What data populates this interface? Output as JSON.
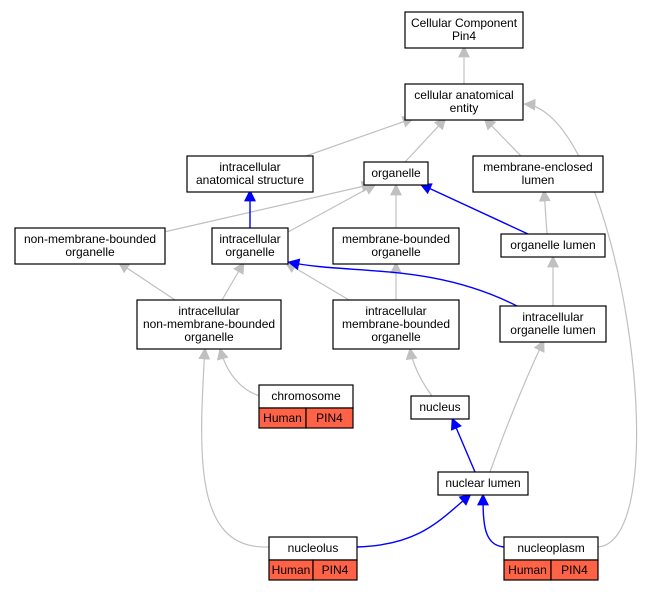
{
  "chart_data": {
    "type": "diagram",
    "nodes": [
      {
        "id": "root",
        "lines": [
          "Cellular Component",
          "Pin4"
        ]
      },
      {
        "id": "cae",
        "lines": [
          "cellular anatomical",
          "entity"
        ]
      },
      {
        "id": "ias",
        "lines": [
          "intracellular",
          "anatomical structure"
        ]
      },
      {
        "id": "org",
        "lines": [
          "organelle"
        ]
      },
      {
        "id": "mel",
        "lines": [
          "membrane-enclosed",
          "lumen"
        ]
      },
      {
        "id": "nmbo",
        "lines": [
          "non-membrane-bounded",
          "organelle"
        ]
      },
      {
        "id": "io",
        "lines": [
          "intracellular",
          "organelle"
        ]
      },
      {
        "id": "mbo",
        "lines": [
          "membrane-bounded",
          "organelle"
        ]
      },
      {
        "id": "ol",
        "lines": [
          "organelle lumen"
        ]
      },
      {
        "id": "inmbo",
        "lines": [
          "intracellular",
          "non-membrane-bounded",
          "organelle"
        ]
      },
      {
        "id": "imbo",
        "lines": [
          "intracellular",
          "membrane-bounded",
          "organelle"
        ]
      },
      {
        "id": "iol",
        "lines": [
          "intracellular",
          "organelle lumen"
        ]
      },
      {
        "id": "chr",
        "lines": [
          "chromosome"
        ],
        "badges": [
          "Human",
          "PIN4"
        ]
      },
      {
        "id": "nuc",
        "lines": [
          "nucleus"
        ]
      },
      {
        "id": "nl",
        "lines": [
          "nuclear lumen"
        ]
      },
      {
        "id": "nclo",
        "lines": [
          "nucleolus"
        ],
        "badges": [
          "Human",
          "PIN4"
        ]
      },
      {
        "id": "ncpl",
        "lines": [
          "nucleoplasm"
        ],
        "badges": [
          "Human",
          "PIN4"
        ]
      }
    ],
    "edges": [
      {
        "from": "cae",
        "to": "root",
        "type": "is_a"
      },
      {
        "from": "ias",
        "to": "cae",
        "type": "is_a"
      },
      {
        "from": "org",
        "to": "cae",
        "type": "is_a"
      },
      {
        "from": "mel",
        "to": "cae",
        "type": "is_a"
      },
      {
        "from": "nmbo",
        "to": "org",
        "type": "is_a"
      },
      {
        "from": "io",
        "to": "ias",
        "type": "part_of"
      },
      {
        "from": "io",
        "to": "org",
        "type": "is_a"
      },
      {
        "from": "mbo",
        "to": "org",
        "type": "is_a"
      },
      {
        "from": "ol",
        "to": "org",
        "type": "part_of"
      },
      {
        "from": "ol",
        "to": "mel",
        "type": "is_a"
      },
      {
        "from": "inmbo",
        "to": "nmbo",
        "type": "is_a"
      },
      {
        "from": "inmbo",
        "to": "io",
        "type": "is_a"
      },
      {
        "from": "imbo",
        "to": "io",
        "type": "is_a"
      },
      {
        "from": "imbo",
        "to": "mbo",
        "type": "is_a"
      },
      {
        "from": "iol",
        "to": "io",
        "type": "part_of"
      },
      {
        "from": "iol",
        "to": "ol",
        "type": "is_a"
      },
      {
        "from": "chr",
        "to": "inmbo",
        "type": "is_a"
      },
      {
        "from": "nuc",
        "to": "imbo",
        "type": "is_a"
      },
      {
        "from": "nl",
        "to": "nuc",
        "type": "part_of"
      },
      {
        "from": "nl",
        "to": "iol",
        "type": "is_a"
      },
      {
        "from": "nclo",
        "to": "inmbo",
        "type": "is_a"
      },
      {
        "from": "nclo",
        "to": "nl",
        "type": "part_of"
      },
      {
        "from": "ncpl",
        "to": "nl",
        "type": "part_of"
      },
      {
        "from": "ncpl",
        "to": "cae",
        "type": "is_a"
      }
    ],
    "colors": {
      "is_a_edge": "#c0c0c0",
      "part_of_edge": "#0000ff",
      "badge_fill": "#ff6347",
      "node_fill": "#ffffff",
      "node_stroke": "#000000"
    }
  }
}
